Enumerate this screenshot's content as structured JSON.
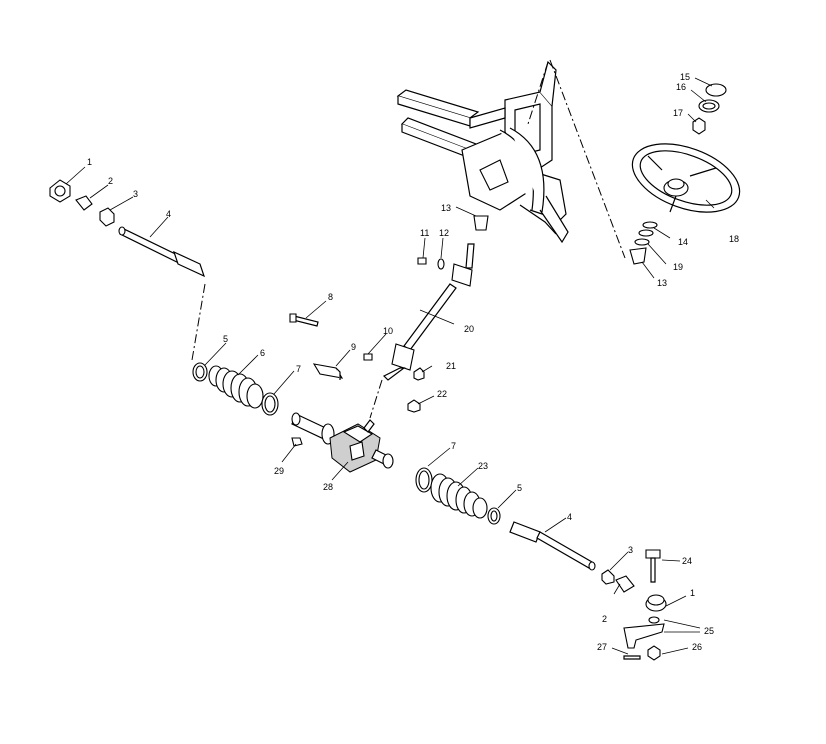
{
  "diagram": {
    "callouts": {
      "c1a": "1",
      "c2a": "2",
      "c3a": "3",
      "c4a": "4",
      "c5a": "5",
      "c6": "6",
      "c7a": "7",
      "c8": "8",
      "c9": "9",
      "c10": "10",
      "c11": "11",
      "c12": "12",
      "c13a": "13",
      "c13b": "13",
      "c14": "14",
      "c15": "15",
      "c16": "16",
      "c17": "17",
      "c18": "18",
      "c19": "19",
      "c20": "20",
      "c21": "21",
      "c22": "22",
      "c7b": "7",
      "c23": "23",
      "c5b": "5",
      "c4b": "4",
      "c3b": "3",
      "c24": "24",
      "c1b": "1",
      "c2b": "2",
      "c25": "25",
      "c26": "26",
      "c27": "27",
      "c28": "28",
      "c29": "29"
    }
  }
}
